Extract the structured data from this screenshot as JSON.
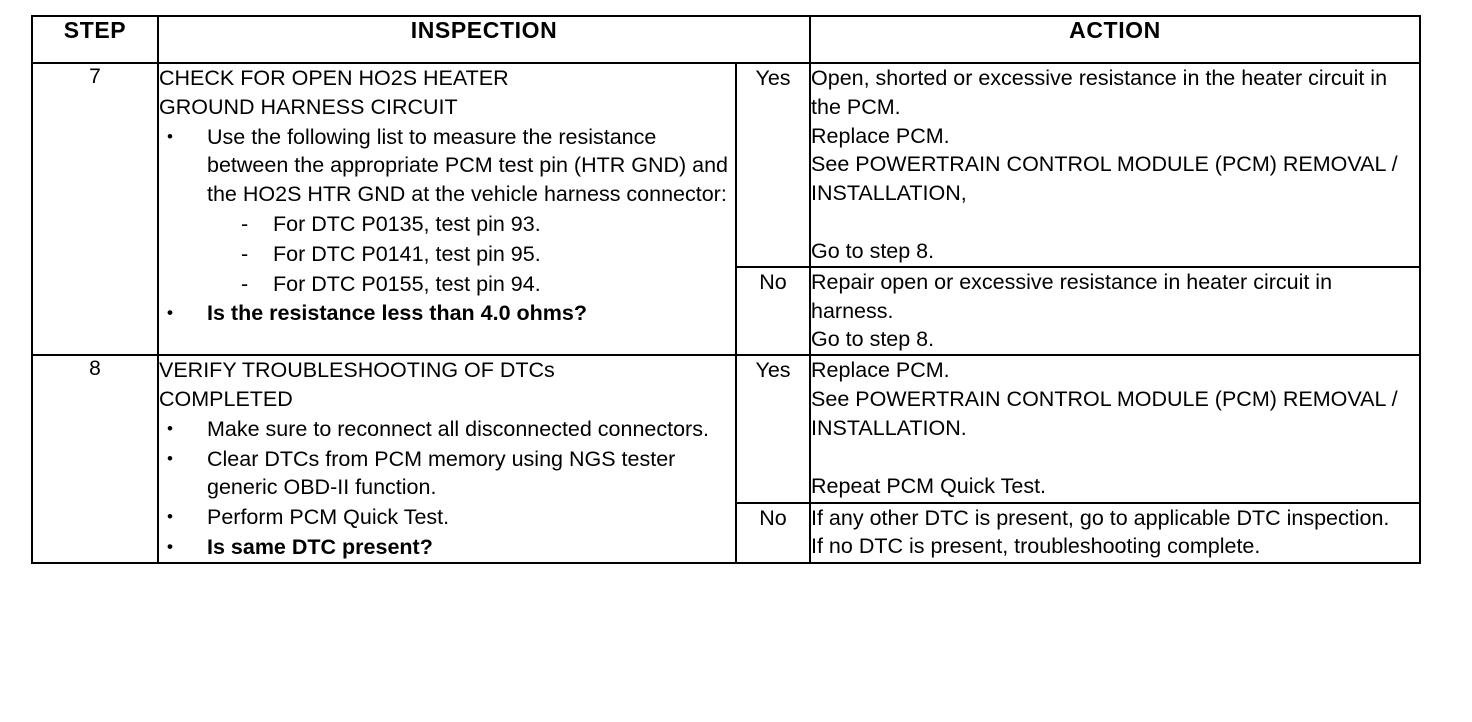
{
  "table": {
    "headers": {
      "step": "STEP",
      "inspection": "INSPECTION",
      "action": "ACTION"
    },
    "rows": [
      {
        "step": "7",
        "inspection": {
          "title": "CHECK FOR OPEN HO2S HEATER\nGROUND HARNESS CIRCUIT",
          "items": [
            {
              "marker": "•",
              "text": "Use the following list to measure the resistance between the appropriate PCM test pin (HTR GND) and the HO2S HTR GND at the vehicle harness connector:",
              "bold": false,
              "subitems": [
                {
                  "marker": "-",
                  "text": "For DTC P0135, test pin 93."
                },
                {
                  "marker": "-",
                  "text": "For DTC P0141, test pin 95."
                },
                {
                  "marker": "-",
                  "text": "For DTC P0155, test pin 94."
                }
              ]
            },
            {
              "marker": "•",
              "text": "Is the resistance less than 4.0 ohms?",
              "bold": true,
              "subitems": []
            }
          ]
        },
        "branches": [
          {
            "label": "Yes",
            "lines": [
              "Open, shorted or excessive resistance in the heater circuit in the PCM.",
              "Replace PCM.",
              "See POWERTRAIN CONTROL MODULE (PCM) REMOVAL / INSTALLATION,",
              "",
              "Go to step 8."
            ]
          },
          {
            "label": "No",
            "lines": [
              "Repair open or excessive resistance in heater circuit in harness.",
              "Go to step 8."
            ]
          }
        ]
      },
      {
        "step": "8",
        "inspection": {
          "title": "VERIFY TROUBLESHOOTING OF DTCs\nCOMPLETED",
          "items": [
            {
              "marker": "•",
              "text": "Make sure to reconnect all disconnected connectors.",
              "bold": false,
              "subitems": []
            },
            {
              "marker": "•",
              "text": "Clear DTCs from PCM memory using NGS tester generic OBD-II function.",
              "bold": false,
              "subitems": []
            },
            {
              "marker": "•",
              "text": "Perform PCM Quick Test.",
              "bold": false,
              "subitems": []
            },
            {
              "marker": "•",
              "text": "Is same DTC present?",
              "bold": true,
              "subitems": []
            }
          ]
        },
        "branches": [
          {
            "label": "Yes",
            "lines": [
              "Replace PCM.",
              "See POWERTRAIN CONTROL MODULE (PCM) REMOVAL / INSTALLATION.",
              "",
              "Repeat PCM Quick Test."
            ]
          },
          {
            "label": "No",
            "lines": [
              "If any other DTC is present, go to applicable DTC inspection.",
              "If no DTC is present, troubleshooting complete."
            ]
          }
        ]
      }
    ]
  }
}
